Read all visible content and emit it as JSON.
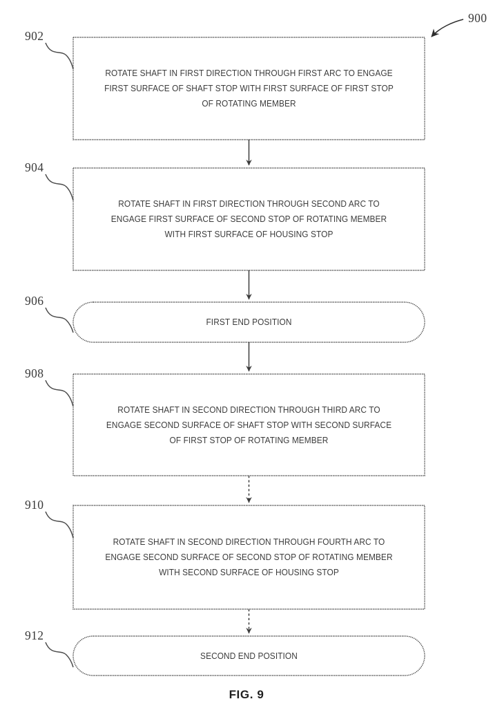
{
  "figure": {
    "caption": "FIG. 9",
    "figure_reference": "900",
    "nodes": [
      {
        "ref": "902",
        "shape": "rectangle",
        "text": "ROTATE SHAFT IN FIRST DIRECTION THROUGH FIRST ARC TO ENGAGE FIRST SURFACE OF SHAFT STOP WITH FIRST SURFACE OF FIRST STOP OF ROTATING MEMBER"
      },
      {
        "ref": "904",
        "shape": "rectangle",
        "text": "ROTATE SHAFT IN FIRST DIRECTION THROUGH SECOND ARC TO ENGAGE FIRST SURFACE OF SECOND STOP OF ROTATING MEMBER WITH FIRST SURFACE OF HOUSING STOP"
      },
      {
        "ref": "906",
        "shape": "rounded",
        "text": "FIRST END POSITION"
      },
      {
        "ref": "908",
        "shape": "rectangle",
        "text": "ROTATE SHAFT IN SECOND DIRECTION THROUGH THIRD ARC TO ENGAGE SECOND SURFACE OF SHAFT STOP WITH SECOND SURFACE OF FIRST STOP OF ROTATING MEMBER"
      },
      {
        "ref": "910",
        "shape": "rectangle",
        "text": "ROTATE SHAFT IN SECOND DIRECTION THROUGH FOURTH ARC TO ENGAGE SECOND SURFACE OF SECOND STOP OF ROTATING MEMBER WITH SECOND SURFACE OF HOUSING STOP"
      },
      {
        "ref": "912",
        "shape": "rounded",
        "text": "SECOND END POSITION"
      }
    ],
    "connectors": [
      {
        "from": "902",
        "to": "904",
        "style": "solid"
      },
      {
        "from": "904",
        "to": "906",
        "style": "solid"
      },
      {
        "from": "906",
        "to": "908",
        "style": "solid"
      },
      {
        "from": "908",
        "to": "910",
        "style": "dashed"
      },
      {
        "from": "910",
        "to": "912",
        "style": "dashed"
      }
    ],
    "colors": {
      "stroke": "#4a4a4a",
      "text": "#3c3c3c",
      "background": "#ffffff"
    }
  }
}
